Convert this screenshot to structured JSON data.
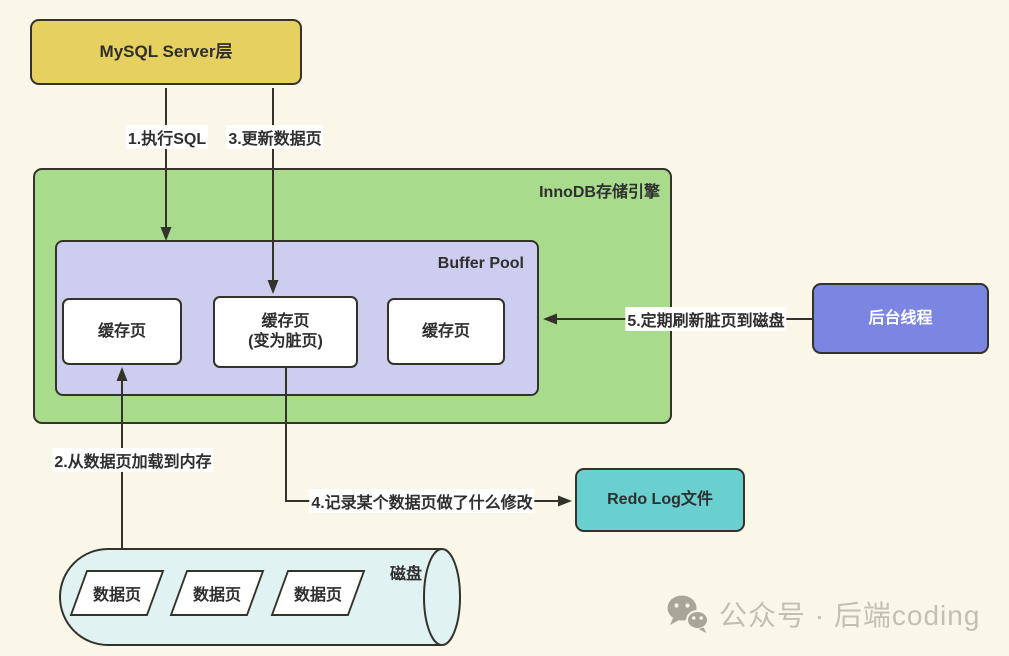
{
  "canvas": {
    "background": "#FAF7E9",
    "stroke_color": "#33332B"
  },
  "nodes": {
    "mysql_server": {
      "label": "MySQL Server层",
      "fill": "#E6D05F",
      "text_color": "#2F2F2F"
    },
    "innodb_engine": {
      "label": "InnoDB存储引擎",
      "fill": "#A8DB8C",
      "text_color": "#2F2F2F"
    },
    "buffer_pool": {
      "label": "Buffer Pool",
      "fill": "#CDCDF0",
      "text_color": "#2F2F2F"
    },
    "cache_page_1": {
      "label": "缓存页",
      "fill": "#FFFFFF"
    },
    "cache_page_dirty": {
      "line1": "缓存页",
      "line2": "(变为脏页)",
      "fill": "#FFFFFF"
    },
    "cache_page_3": {
      "label": "缓存页",
      "fill": "#FFFFFF"
    },
    "background_thread": {
      "label": "后台线程",
      "fill": "#7B86E3",
      "text_color": "#FFFFFF"
    },
    "redo_log": {
      "label": "Redo Log文件",
      "fill": "#6ACFCF",
      "text_color": "#2F2F2F"
    },
    "disk": {
      "label": "磁盘",
      "fill": "#E0F2F1",
      "text_color": "#2F2F2F"
    },
    "data_page_1": {
      "label": "数据页",
      "fill": "#FFFFFF"
    },
    "data_page_2": {
      "label": "数据页",
      "fill": "#FFFFFF"
    },
    "data_page_3": {
      "label": "数据页",
      "fill": "#FFFFFF"
    }
  },
  "edges": {
    "step1": {
      "label": "1.执行SQL"
    },
    "step2": {
      "label": "2.从数据页加载到内存"
    },
    "step3": {
      "label": "3.更新数据页"
    },
    "step4": {
      "label": "4.记录某个数据页做了什么修改"
    },
    "step5": {
      "label": "5.定期刷新脏页到磁盘"
    }
  },
  "watermark": {
    "icon": "wechat-icon",
    "text": "公众号 · 后端coding",
    "color": "#C3C0B2"
  }
}
